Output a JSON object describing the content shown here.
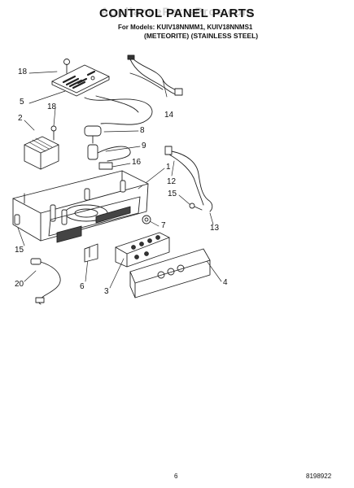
{
  "header": {
    "watermark": "AppliancePartsPros.com",
    "title": "CONTROL PANEL PARTS",
    "models_line": "For Models: KUIV18NNMM1, KUIV18NNMS1",
    "variant_line": "(METEORITE) (STAINLESS STEEL)"
  },
  "callouts": {
    "c1": "1",
    "c2": "2",
    "c3": "3",
    "c4": "4",
    "c5": "5",
    "c6": "6",
    "c7": "7",
    "c8": "8",
    "c9": "9",
    "c12": "12",
    "c13": "13",
    "c14": "14",
    "c15a": "15",
    "c15b": "15",
    "c16": "16",
    "c18a": "18",
    "c18b": "18",
    "c20": "20"
  },
  "footer": {
    "page_number": "6",
    "doc_number": "8198922"
  }
}
